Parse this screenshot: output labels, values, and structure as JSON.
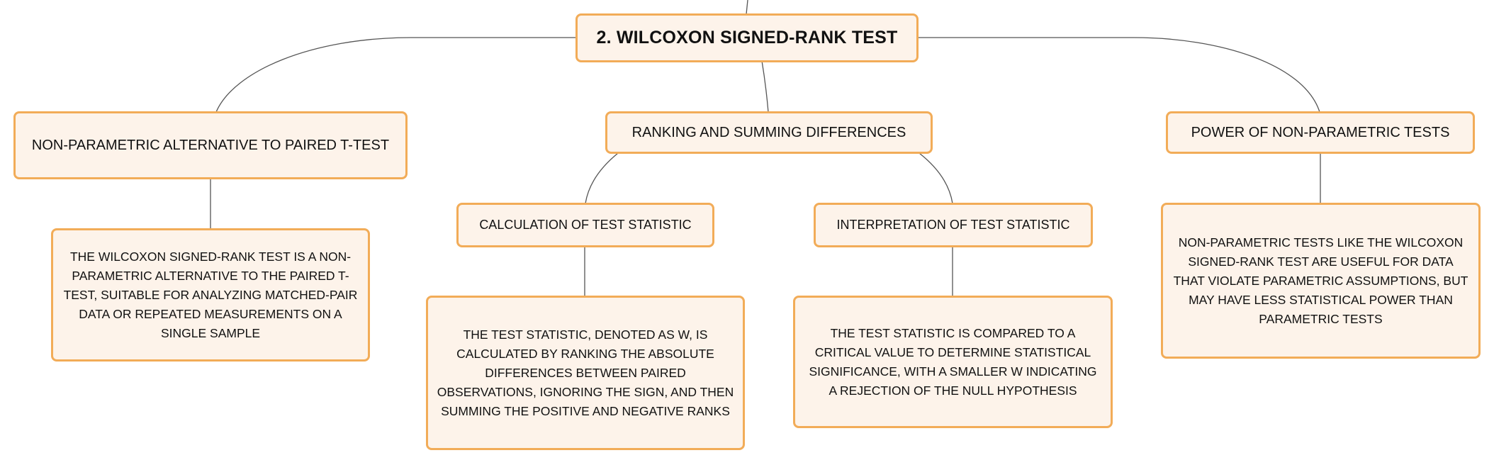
{
  "root": {
    "label": "2. WILCOXON SIGNED-RANK TEST"
  },
  "branches": [
    {
      "label": "NON-PARAMETRIC ALTERNATIVE TO PAIRED T-TEST",
      "description": "THE WILCOXON SIGNED-RANK TEST IS A NON-PARAMETRIC ALTERNATIVE TO THE PAIRED T-TEST, SUITABLE FOR ANALYZING MATCHED-PAIR DATA OR REPEATED MEASUREMENTS ON A SINGLE SAMPLE"
    },
    {
      "label": "RANKING AND SUMMING DIFFERENCES",
      "children": [
        {
          "label": "CALCULATION OF TEST STATISTIC",
          "description": "THE TEST STATISTIC, DENOTED AS W, IS CALCULATED BY RANKING THE ABSOLUTE DIFFERENCES BETWEEN PAIRED OBSERVATIONS, IGNORING THE SIGN, AND THEN SUMMING THE POSITIVE AND NEGATIVE RANKS"
        },
        {
          "label": "INTERPRETATION OF TEST STATISTIC",
          "description": "THE TEST STATISTIC IS COMPARED TO A CRITICAL VALUE TO DETERMINE STATISTICAL SIGNIFICANCE, WITH A SMALLER W INDICATING A REJECTION OF THE NULL HYPOTHESIS"
        }
      ]
    },
    {
      "label": "POWER OF NON-PARAMETRIC TESTS",
      "description": "NON-PARAMETRIC TESTS LIKE THE WILCOXON SIGNED-RANK TEST ARE USEFUL FOR DATA THAT VIOLATE PARAMETRIC ASSUMPTIONS, BUT MAY HAVE LESS STATISTICAL POWER THAN PARAMETRIC TESTS"
    }
  ],
  "colors": {
    "border": "#f2ac58",
    "fill": "#fdf3ea",
    "connector": "#555555"
  }
}
